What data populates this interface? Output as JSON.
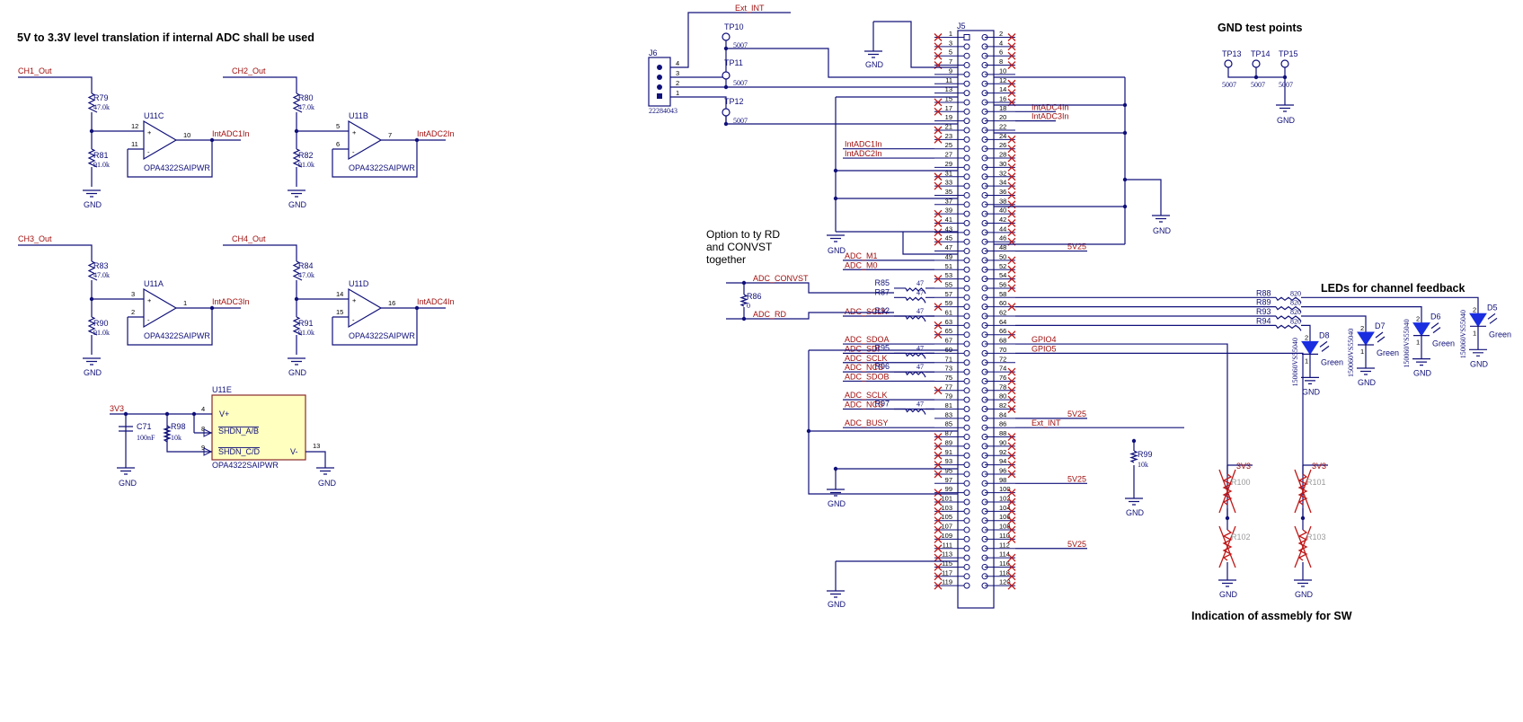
{
  "titles": {
    "level_translation": "5V to 3.3V level translation if internal ADC shall be used",
    "gnd_test_points": "GND test points",
    "leds": "LEDs for channel feedback",
    "assembly": "Indication of assmebly for SW",
    "option_line1": "Option to ty RD",
    "option_line2": "and CONVST",
    "option_line3": "together"
  },
  "amp_channels": [
    {
      "in": "CH1_Out",
      "unit": "U11C",
      "rtop": "R79",
      "rtop_val": "47.0k",
      "rbot": "R81",
      "rbot_val": "91.0k",
      "p_plus": "12",
      "p_minus": "11",
      "p_out": "10",
      "out": "IntADC1In",
      "part": "OPA4322SAIPWR",
      "gnd": "GND"
    },
    {
      "in": "CH2_Out",
      "unit": "U11B",
      "rtop": "R80",
      "rtop_val": "47.0k",
      "rbot": "R82",
      "rbot_val": "91.0k",
      "p_plus": "5",
      "p_minus": "6",
      "p_out": "7",
      "out": "IntADC2In",
      "part": "OPA4322SAIPWR",
      "gnd": "GND"
    },
    {
      "in": "CH3_Out",
      "unit": "U11A",
      "rtop": "R83",
      "rtop_val": "47.0k",
      "rbot": "R90",
      "rbot_val": "91.0k",
      "p_plus": "3",
      "p_minus": "2",
      "p_out": "1",
      "out": "IntADC3In",
      "part": "OPA4322SAIPWR",
      "gnd": "GND"
    },
    {
      "in": "CH4_Out",
      "unit": "U11D",
      "rtop": "R84",
      "rtop_val": "47.0k",
      "rbot": "R91",
      "rbot_val": "91.0k",
      "p_plus": "14",
      "p_minus": "15",
      "p_out": "16",
      "out": "IntADC4In",
      "part": "OPA4322SAIPWR",
      "gnd": "GND"
    }
  ],
  "power_unit": {
    "ref": "U11E",
    "part": "OPA4322SAIPWR",
    "supply": "3V3",
    "vplus": "V+",
    "vminus": "V-",
    "shdn_ab": "SHDN_A/B",
    "shdn_cd": "SHDN_C/D",
    "pin_vplus": "4",
    "pin_ab": "8",
    "pin_cd": "9",
    "pin_vminus": "13",
    "cap": "C71",
    "cap_val": "100nF",
    "res": "R98",
    "res_val": "10k",
    "gnd": "GND"
  },
  "j6": {
    "ref": "J6",
    "part": "22284043",
    "pins": [
      "4",
      "3",
      "2",
      "1"
    ],
    "ext_int": "Ext_INT"
  },
  "testpoints": [
    {
      "ref": "TP10",
      "val": "5007"
    },
    {
      "ref": "TP11",
      "val": "5007"
    },
    {
      "ref": "TP12",
      "val": "5007"
    }
  ],
  "gnd_tps": [
    {
      "ref": "TP13",
      "val": "5007"
    },
    {
      "ref": "TP14",
      "val": "5007"
    },
    {
      "ref": "TP15",
      "val": "5007"
    }
  ],
  "j5": {
    "ref": "J5"
  },
  "j5_nets": [
    {
      "pin": 18,
      "side": "right",
      "name": "IntADC4In"
    },
    {
      "pin": 20,
      "side": "right",
      "name": "IntADC3In"
    },
    {
      "pin": 25,
      "side": "left",
      "name": "IntADC1In"
    },
    {
      "pin": 27,
      "side": "left",
      "name": "IntADC2In"
    },
    {
      "pin": 48,
      "side": "right",
      "name": "5V25"
    },
    {
      "pin": 49,
      "side": "left",
      "name": "ADC_M1"
    },
    {
      "pin": 51,
      "side": "left",
      "name": "ADC_M0"
    },
    {
      "pin": 61,
      "side": "left",
      "name": "ADC_SCLK"
    },
    {
      "pin": 67,
      "side": "left",
      "name": "ADC_SDOA"
    },
    {
      "pin": 68,
      "side": "right",
      "name": "GPIO4"
    },
    {
      "pin": 69,
      "side": "left",
      "name": "ADC_SDI"
    },
    {
      "pin": 70,
      "side": "right",
      "name": "GPIO5"
    },
    {
      "pin": 71,
      "side": "left",
      "name": "ADC_SCLK"
    },
    {
      "pin": 73,
      "side": "left",
      "name": "ADC_NCS"
    },
    {
      "pin": 75,
      "side": "left",
      "name": "ADC_SDOB"
    },
    {
      "pin": 79,
      "side": "left",
      "name": "ADC_SCLK"
    },
    {
      "pin": 81,
      "side": "left",
      "name": "ADC_NCS"
    },
    {
      "pin": 84,
      "side": "right",
      "name": "5V25"
    },
    {
      "pin": 85,
      "side": "left",
      "name": "ADC_BUSY"
    },
    {
      "pin": 86,
      "side": "right",
      "name": "Ext_INT"
    },
    {
      "pin": 98,
      "side": "right",
      "name": "5V25"
    },
    {
      "pin": 112,
      "side": "right",
      "name": "5V25"
    }
  ],
  "series_resistors": [
    {
      "pin": 55,
      "ref": "R85",
      "val": "47"
    },
    {
      "pin": 57,
      "ref": "R87",
      "val": "47"
    },
    {
      "pin": 61,
      "ref": "R92",
      "val": "47"
    },
    {
      "pin": 69,
      "ref": "R95",
      "val": "47"
    },
    {
      "pin": 73,
      "ref": "R96",
      "val": "47"
    },
    {
      "pin": 81,
      "ref": "R97",
      "val": "47"
    }
  ],
  "option": {
    "convst": "ADC_CONVST",
    "rd": "ADC_RD",
    "res": "R86",
    "res_val": "0"
  },
  "r99": {
    "ref": "R99",
    "val": "10k",
    "gnd": "GND"
  },
  "leds": [
    {
      "res": "R88",
      "res_val": "820",
      "led": "D5",
      "part": "150060VS55040",
      "color": "Green"
    },
    {
      "res": "R89",
      "res_val": "820",
      "led": "D6",
      "part": "150060VS55040",
      "color": "Green"
    },
    {
      "res": "R93",
      "res_val": "820",
      "led": "D7",
      "part": "150060VS55040",
      "color": "Green"
    },
    {
      "res": "R94",
      "res_val": "820",
      "led": "D8",
      "part": "150060VS55040",
      "color": "Green"
    }
  ],
  "assembly_res": [
    {
      "ref": "R100",
      "supply": "3V3"
    },
    {
      "ref": "R101",
      "supply": "3V3"
    },
    {
      "ref": "R102"
    },
    {
      "ref": "R103"
    }
  ],
  "gnd_label": "GND",
  "colors": {
    "wire": "#10107a",
    "net": "#a01010",
    "dnp": "#c01818",
    "led": "#1a2ee0",
    "chip": "#ffffc0"
  }
}
